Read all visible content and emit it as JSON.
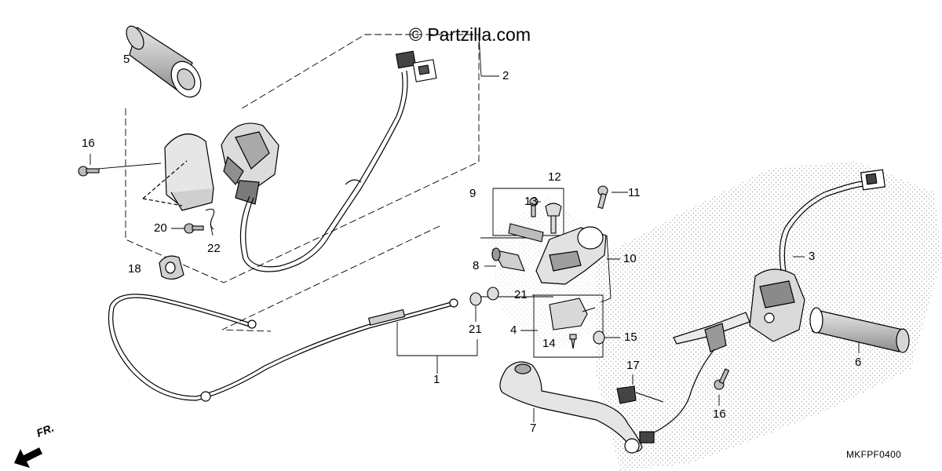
{
  "watermark": "© Partzilla.com",
  "diagram_code": "MKFPF0400",
  "front_label": "FR.",
  "callouts": {
    "c1": "1",
    "c2": "2",
    "c3": "3",
    "c4": "4",
    "c5": "5",
    "c6": "6",
    "c7": "7",
    "c8": "8",
    "c9": "9",
    "c10": "10",
    "c11": "11",
    "c12": "12",
    "c13": "13",
    "c14": "14",
    "c15": "15",
    "c16a": "16",
    "c16b": "16",
    "c17": "17",
    "c18": "18",
    "c20": "20",
    "c21a": "21",
    "c21b": "21",
    "c22": "22"
  }
}
